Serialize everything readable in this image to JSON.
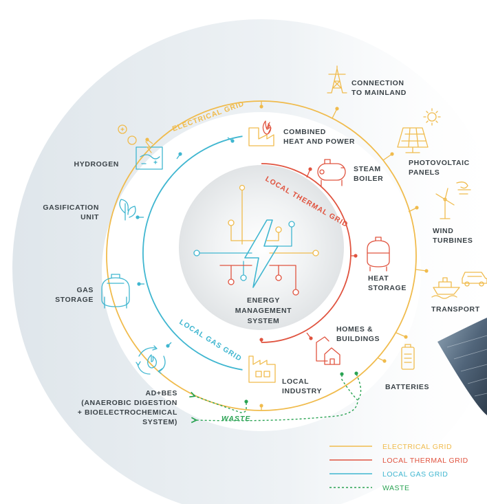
{
  "colors": {
    "electrical": "#f0bb4c",
    "thermal": "#e0533f",
    "gas": "#3fb6d0",
    "waste": "#2aa353",
    "text": "#3b4348",
    "backdrop": "#e6ecf0",
    "inner_disc": "#e4e7e9"
  },
  "ring_labels": {
    "electrical": "ELECTRICAL GRID",
    "thermal": "LOCAL THERMAL GRID",
    "gas": "LOCAL GAS GRID",
    "waste": "WASTE"
  },
  "center": {
    "line1": "ENERGY",
    "line2": "MANAGEMENT",
    "line3": "SYSTEM"
  },
  "nodes": {
    "mainland": [
      "CONNECTION",
      "TO MAINLAND"
    ],
    "pv": [
      "PHOTOVOLTAIC",
      "PANELS"
    ],
    "wind": [
      "WIND",
      "TURBINES"
    ],
    "transport": [
      "TRANSPORT"
    ],
    "batteries": [
      "BATTERIES"
    ],
    "chp": [
      "COMBINED",
      "HEAT AND POWER"
    ],
    "steam": [
      "STEAM",
      "BOILER"
    ],
    "heat_storage": [
      "HEAT",
      "STORAGE"
    ],
    "homes": [
      "HOMES &",
      "BUILDINGS"
    ],
    "industry": [
      "LOCAL",
      "INDUSTRY"
    ],
    "hydrogen": [
      "HYDROGEN"
    ],
    "gasification": [
      "GASIFICATION",
      "UNIT"
    ],
    "gas_storage": [
      "GAS",
      "STORAGE"
    ],
    "adbes": [
      "AD+BES",
      "(ANAEROBIC DIGESTION",
      "+ BIOELECTROCHEMICAL",
      "SYSTEM)"
    ]
  },
  "icons": {
    "mainland": "pylon-icon",
    "pv": "solar-panel-icon",
    "wind": "wind-turbine-icon",
    "transport": "ship-car-icon",
    "batteries": "battery-icon",
    "chp": "chp-plant-icon",
    "steam": "steam-boiler-icon",
    "heat_storage": "heat-tank-icon",
    "homes": "house-icon",
    "industry": "factory-icon",
    "hydrogen": "hydrogen-electrolyser-icon",
    "gasification": "leaf-icon",
    "gas_storage": "gas-tank-icon",
    "adbes": "recycle-flame-icon",
    "ems": "lightning-circuit-icon"
  },
  "legend": [
    {
      "label": "ELECTRICAL GRID",
      "key": "electrical",
      "dashed": false
    },
    {
      "label": "LOCAL THERMAL GRID",
      "key": "thermal",
      "dashed": false
    },
    {
      "label": "LOCAL GAS GRID",
      "key": "gas",
      "dashed": false
    },
    {
      "label": "WASTE",
      "key": "waste",
      "dashed": true
    }
  ]
}
